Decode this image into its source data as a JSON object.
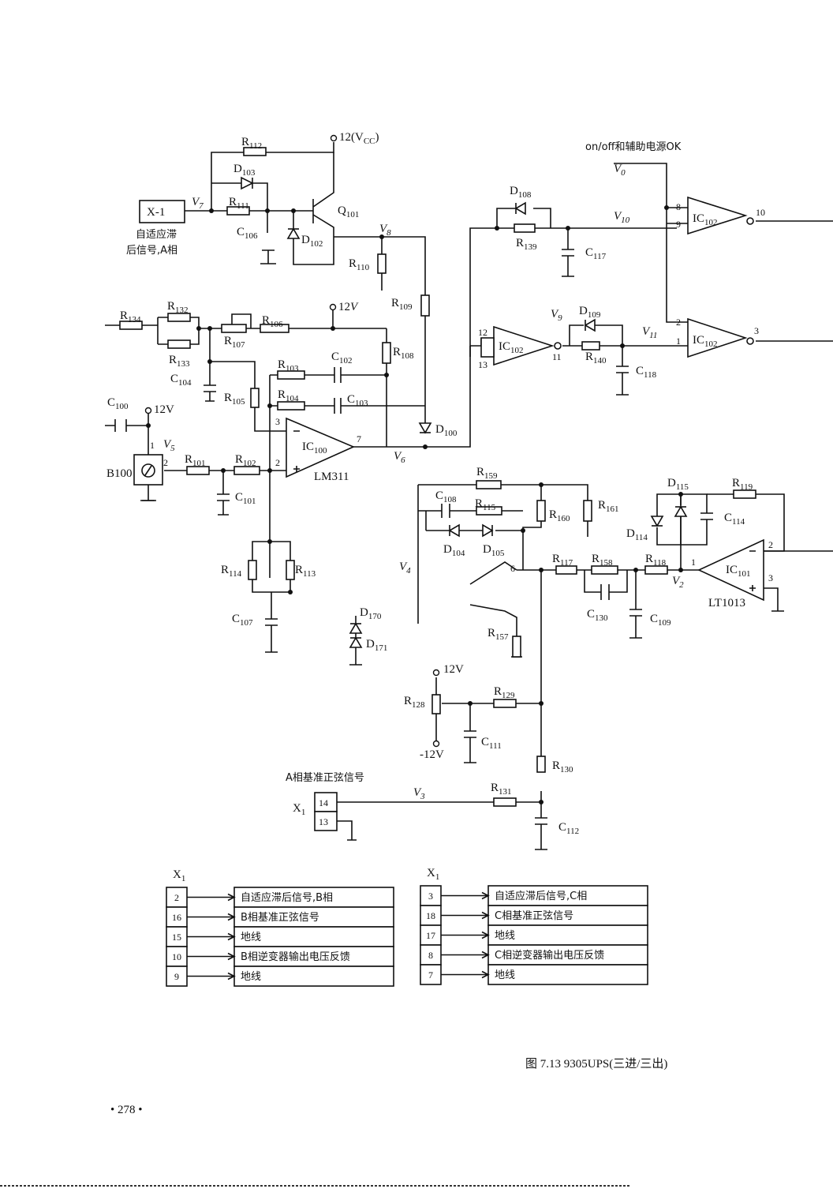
{
  "supplies": {
    "vcc": "12(V",
    "vcc_sub": "CC",
    "vcc_close": ")",
    "v12": "12V",
    "v12b": "12",
    "v12b_unit": "V",
    "vneg": "-12V"
  },
  "labels": {
    "x1_box": "X-1",
    "sig_a1": "自适应滞",
    "sig_a2": "后信号,A相",
    "on_off": "on/off和辅助电源OK",
    "ref_a": "A相基准正弦信号",
    "x1": "X",
    "x1_sub": "1"
  },
  "ic": {
    "ic100": "IC",
    "ic100_sub": "100",
    "lm311": "LM311",
    "ic102": "IC",
    "ic102_sub": "102",
    "ic101": "IC",
    "ic101_sub": "101",
    "lt1013": "LT1013"
  },
  "transistor": {
    "name": "Q",
    "sub": "101"
  },
  "sensor": "B100",
  "pins": {
    "p1": "1",
    "p2": "2",
    "p3": "3",
    "p7": "7",
    "p2b": "2",
    "p8": "8",
    "p9": "9",
    "p10": "10",
    "p12": "12",
    "p13": "13",
    "p11": "11",
    "p2c": "2",
    "p1c": "1",
    "p3c": "3",
    "p6": "6",
    "p1d": "1",
    "p2d": "2",
    "p3d": "3",
    "p14": "14",
    "p13b": "13"
  },
  "voltages": [
    {
      "n": "V",
      "s": "7"
    },
    {
      "n": "V",
      "s": "8"
    },
    {
      "n": "V",
      "s": "5"
    },
    {
      "n": "V",
      "s": "6"
    },
    {
      "n": "V",
      "s": "0"
    },
    {
      "n": "V",
      "s": "10"
    },
    {
      "n": "V",
      "s": "9"
    },
    {
      "n": "V",
      "s": "11"
    },
    {
      "n": "V",
      "s": "4"
    },
    {
      "n": "V",
      "s": "2"
    },
    {
      "n": "V",
      "s": "3"
    }
  ],
  "components": [
    {
      "n": "R",
      "s": "112"
    },
    {
      "n": "D",
      "s": "103"
    },
    {
      "n": "R",
      "s": "111"
    },
    {
      "n": "C",
      "s": "106"
    },
    {
      "n": "D",
      "s": "102"
    },
    {
      "n": "R",
      "s": "110"
    },
    {
      "n": "R",
      "s": "109"
    },
    {
      "n": "R",
      "s": "134"
    },
    {
      "n": "R",
      "s": "132"
    },
    {
      "n": "R",
      "s": "133"
    },
    {
      "n": "R",
      "s": "107"
    },
    {
      "n": "R",
      "s": "106"
    },
    {
      "n": "R",
      "s": "108"
    },
    {
      "n": "C",
      "s": "104"
    },
    {
      "n": "R",
      "s": "105"
    },
    {
      "n": "R",
      "s": "103"
    },
    {
      "n": "C",
      "s": "102"
    },
    {
      "n": "R",
      "s": "104"
    },
    {
      "n": "C",
      "s": "103"
    },
    {
      "n": "D",
      "s": "100"
    },
    {
      "n": "C",
      "s": "100"
    },
    {
      "n": "R",
      "s": "101"
    },
    {
      "n": "R",
      "s": "102"
    },
    {
      "n": "C",
      "s": "101"
    },
    {
      "n": "R",
      "s": "114"
    },
    {
      "n": "R",
      "s": "113"
    },
    {
      "n": "C",
      "s": "107"
    },
    {
      "n": "D",
      "s": "108"
    },
    {
      "n": "R",
      "s": "139"
    },
    {
      "n": "C",
      "s": "117"
    },
    {
      "n": "D",
      "s": "109"
    },
    {
      "n": "R",
      "s": "140"
    },
    {
      "n": "C",
      "s": "118"
    },
    {
      "n": "R",
      "s": "159"
    },
    {
      "n": "C",
      "s": "108"
    },
    {
      "n": "R",
      "s": "115"
    },
    {
      "n": "R",
      "s": "160"
    },
    {
      "n": "R",
      "s": "161"
    },
    {
      "n": "D",
      "s": "104"
    },
    {
      "n": "D",
      "s": "105"
    },
    {
      "n": "R",
      "s": "117"
    },
    {
      "n": "R",
      "s": "158"
    },
    {
      "n": "C",
      "s": "130"
    },
    {
      "n": "R",
      "s": "118"
    },
    {
      "n": "C",
      "s": "109"
    },
    {
      "n": "D",
      "s": "115"
    },
    {
      "n": "R",
      "s": "119"
    },
    {
      "n": "D",
      "s": "114"
    },
    {
      "n": "C",
      "s": "114"
    },
    {
      "n": "D",
      "s": "170"
    },
    {
      "n": "D",
      "s": "171"
    },
    {
      "n": "R",
      "s": "157"
    },
    {
      "n": "R",
      "s": "128"
    },
    {
      "n": "R",
      "s": "129"
    },
    {
      "n": "C",
      "s": "111"
    },
    {
      "n": "R",
      "s": "130"
    },
    {
      "n": "R",
      "s": "131"
    },
    {
      "n": "C",
      "s": "112"
    }
  ],
  "tables": [
    {
      "title": "X",
      "title_sub": "1",
      "rows": [
        {
          "pin": "2",
          "text": "自适应滞后信号,B相"
        },
        {
          "pin": "16",
          "text": "B相基准正弦信号"
        },
        {
          "pin": "15",
          "text": "地线"
        },
        {
          "pin": "10",
          "text": "B相逆变器输出电压反馈"
        },
        {
          "pin": "9",
          "text": "地线"
        }
      ]
    },
    {
      "title": "X",
      "title_sub": "1",
      "rows": [
        {
          "pin": "3",
          "text": "自适应滞后信号,C相"
        },
        {
          "pin": "18",
          "text": "C相基准正弦信号"
        },
        {
          "pin": "17",
          "text": "地线"
        },
        {
          "pin": "8",
          "text": "C相逆变器输出电压反馈"
        },
        {
          "pin": "7",
          "text": "地线"
        }
      ]
    }
  ],
  "caption": "图 7.13  9305UPS(三进/三出)",
  "page_number": "• 278 •"
}
